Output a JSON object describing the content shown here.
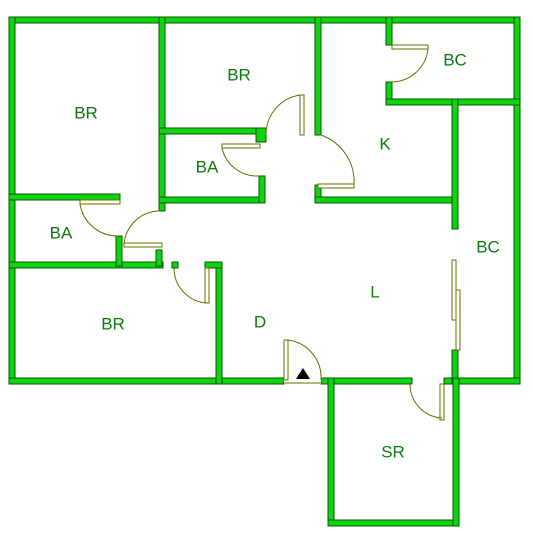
{
  "colors": {
    "wall_fill": "#11d311",
    "wall_edge": "#005a00",
    "label_text": "#0a7a0a",
    "door_line": "#6b6b00",
    "entry_marker": "#000000"
  },
  "rooms": [
    {
      "id": "bedroom-top-left",
      "label": "BR"
    },
    {
      "id": "bedroom-top-middle",
      "label": "BR"
    },
    {
      "id": "bathroom-middle",
      "label": "BA"
    },
    {
      "id": "bathroom-left",
      "label": "BA"
    },
    {
      "id": "bedroom-bottom-left",
      "label": "BR"
    },
    {
      "id": "closet-top-right",
      "label": "BC"
    },
    {
      "id": "kitchen",
      "label": "K"
    },
    {
      "id": "closet-right",
      "label": "BC"
    },
    {
      "id": "living",
      "label": "L"
    },
    {
      "id": "dining",
      "label": "D"
    },
    {
      "id": "sunroom",
      "label": "SR"
    }
  ],
  "entry_marker": {
    "icon": "triangle-up-icon"
  }
}
